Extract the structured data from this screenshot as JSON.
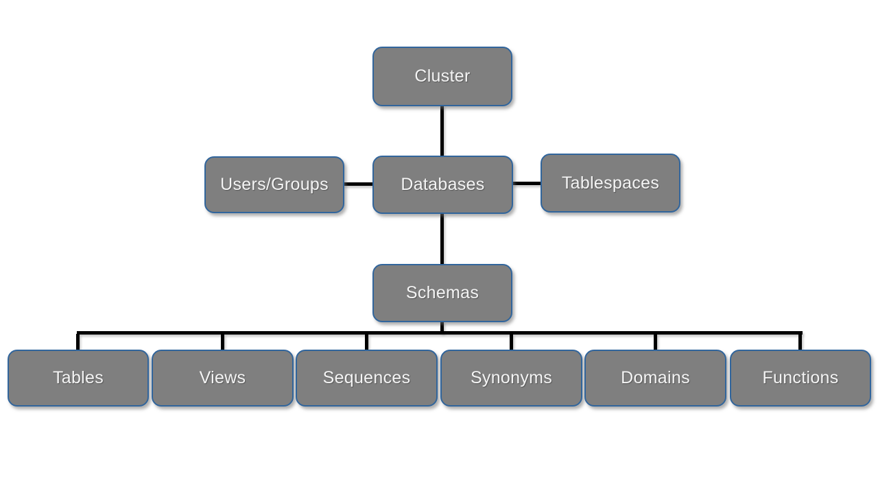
{
  "diagram": {
    "type": "hierarchy",
    "nodes": {
      "cluster": {
        "label": "Cluster"
      },
      "users": {
        "label": "Users/Groups"
      },
      "databases": {
        "label": "Databases"
      },
      "tablespaces": {
        "label": "Tablespaces"
      },
      "schemas": {
        "label": "Schemas"
      },
      "tables": {
        "label": "Tables"
      },
      "views": {
        "label": "Views"
      },
      "sequences": {
        "label": "Sequences"
      },
      "synonyms": {
        "label": "Synonyms"
      },
      "domains": {
        "label": "Domains"
      },
      "functions": {
        "label": "Functions"
      }
    },
    "edges": [
      {
        "from": "Cluster",
        "to": "Databases"
      },
      {
        "from": "Users/Groups",
        "to": "Databases"
      },
      {
        "from": "Databases",
        "to": "Tablespaces"
      },
      {
        "from": "Databases",
        "to": "Schemas"
      },
      {
        "from": "Schemas",
        "to": "Tables"
      },
      {
        "from": "Schemas",
        "to": "Views"
      },
      {
        "from": "Schemas",
        "to": "Sequences"
      },
      {
        "from": "Schemas",
        "to": "Synonyms"
      },
      {
        "from": "Schemas",
        "to": "Domains"
      },
      {
        "from": "Schemas",
        "to": "Functions"
      }
    ],
    "colors": {
      "node_fill": "#7f7f7f",
      "node_border": "#31659c",
      "node_text": "#f4f4f4",
      "connector": "#000000",
      "background": "#ffffff"
    }
  }
}
